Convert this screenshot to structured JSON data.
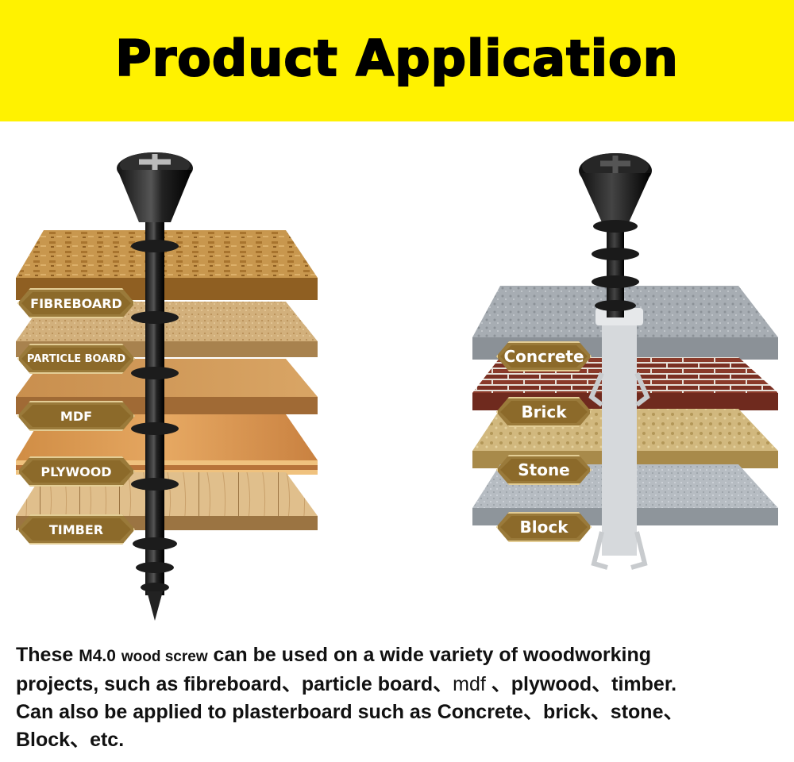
{
  "header": {
    "title": "Product Application"
  },
  "left_materials": [
    "FIBREBOARD",
    "PARTICLE BOARD",
    "MDF",
    "PLYWOOD",
    "TIMBER"
  ],
  "right_materials": [
    "Concrete",
    "Brick",
    "Stone",
    "Block"
  ],
  "description": {
    "line1_start": "These ",
    "model": "M4.0",
    "product": "wood screw",
    "line1_end": " can be used on a wide variety of woodworking",
    "line2_start": "projects,  such as fibreboard、particle board、",
    "mdf": "mdf",
    "line2_end": " 、plywood、timber.",
    "line3": "Can also be applied to plasterboard such as Concrete、brick、stone、",
    "line4": "Block、etc."
  },
  "colors": {
    "banner": "#fff200",
    "tag_fill": "#8c6a2a",
    "tag_border": "#e3cd95"
  },
  "icons": [
    "screw-icon",
    "wall-anchor-icon"
  ]
}
